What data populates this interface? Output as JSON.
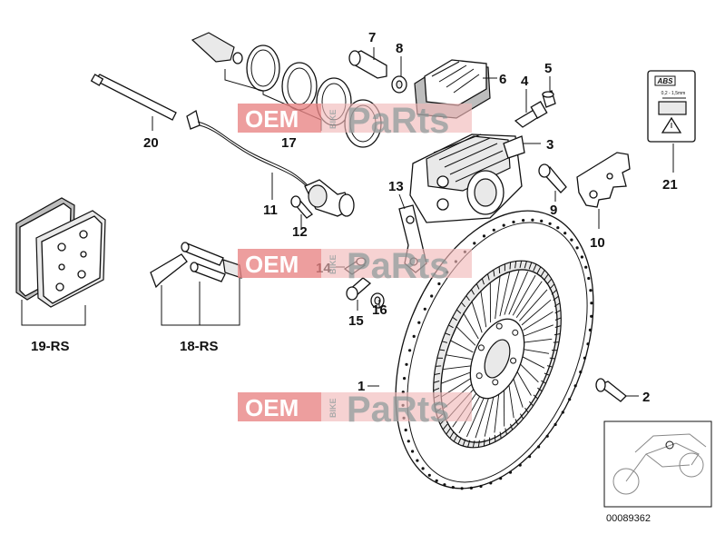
{
  "diagram": {
    "callouts": [
      {
        "id": "c1",
        "label": "1"
      },
      {
        "id": "c2",
        "label": "2"
      },
      {
        "id": "c3",
        "label": "3"
      },
      {
        "id": "c4",
        "label": "4"
      },
      {
        "id": "c5",
        "label": "5"
      },
      {
        "id": "c6",
        "label": "6"
      },
      {
        "id": "c7",
        "label": "7"
      },
      {
        "id": "c8",
        "label": "8"
      },
      {
        "id": "c9",
        "label": "9"
      },
      {
        "id": "c10",
        "label": "10"
      },
      {
        "id": "c11",
        "label": "11"
      },
      {
        "id": "c12",
        "label": "12"
      },
      {
        "id": "c13",
        "label": "13"
      },
      {
        "id": "c14",
        "label": "14"
      },
      {
        "id": "c15",
        "label": "15"
      },
      {
        "id": "c16",
        "label": "16"
      },
      {
        "id": "c17",
        "label": "17"
      },
      {
        "id": "c18",
        "label": "18-RS"
      },
      {
        "id": "c19",
        "label": "19-RS"
      },
      {
        "id": "c20",
        "label": "20"
      },
      {
        "id": "c21",
        "label": "21"
      }
    ],
    "label_card": {
      "abs_text": "ABS",
      "gap_text": "0,2 - 1,5mm"
    },
    "doc_number": "00089362"
  },
  "watermark": {
    "oem": "OEM",
    "bike": "BIKE",
    "parts": "PaRts"
  },
  "colors": {
    "watermark_band": "#f2b8b8",
    "watermark_red": "#e57373",
    "watermark_grey": "#9c9c9c"
  }
}
